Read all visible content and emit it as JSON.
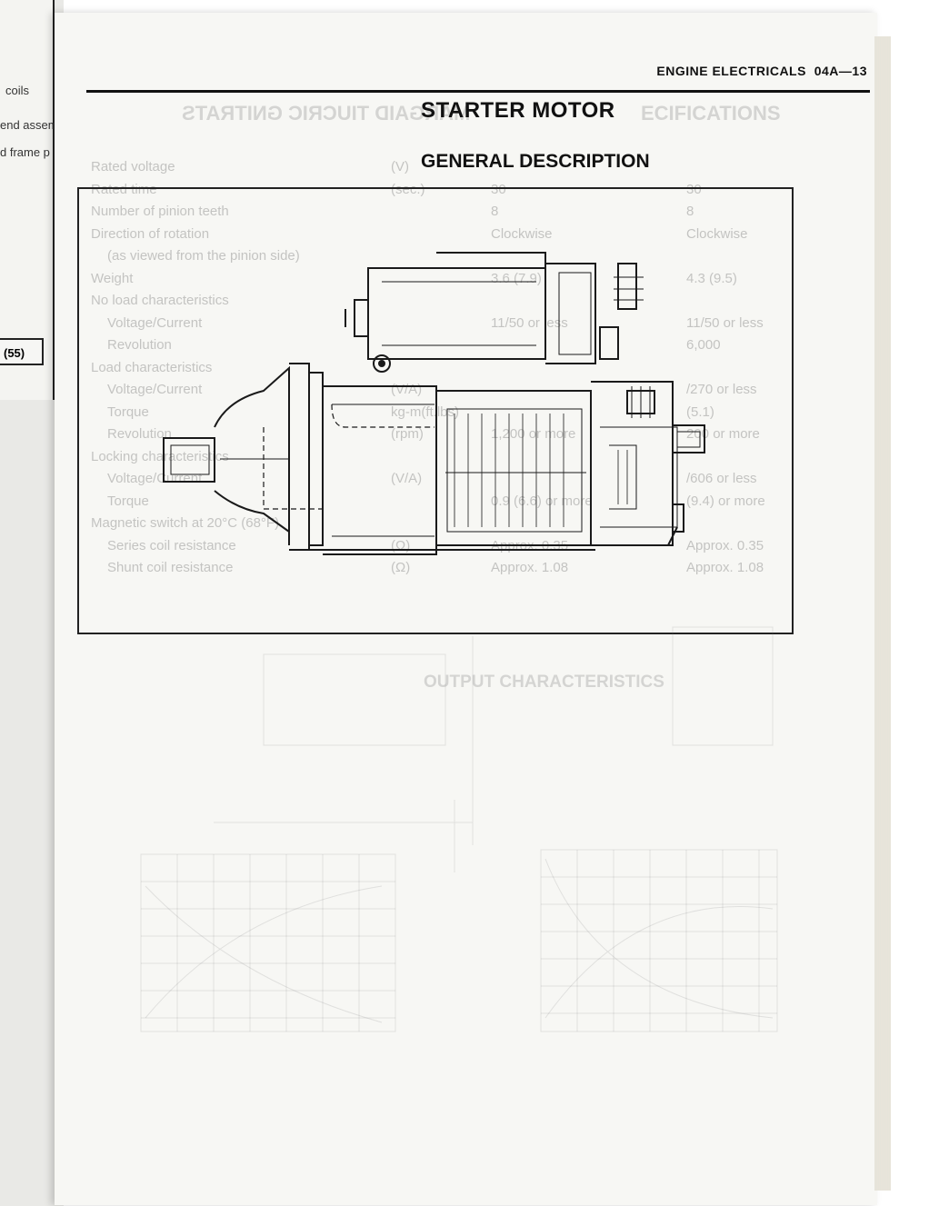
{
  "header": {
    "section": "ENGINE ELECTRICALS",
    "page_number": "04A—13"
  },
  "title": "STARTER MOTOR",
  "subtitle": "GENERAL DESCRIPTION",
  "figure": {
    "icon": "starter-motor-cutaway-icon"
  },
  "previous_page": {
    "lines": [
      "coils",
      "end assem",
      "d frame p"
    ],
    "boxed_value": "(55)"
  },
  "bleed_through": {
    "spec_rows": [
      {
        "label": "Rated voltage",
        "unit": "(V)",
        "v1": "",
        "v2": ""
      },
      {
        "label": "Rated time",
        "unit": "(sec.)",
        "v1": "30",
        "v2": "30"
      },
      {
        "label": "Number of pinion teeth",
        "unit": "",
        "v1": "8",
        "v2": "8"
      },
      {
        "label": "Direction of rotation",
        "unit": "",
        "v1": "Clockwise",
        "v2": "Clockwise"
      },
      {
        "label": "(as viewed from the pinion side)",
        "unit": "",
        "v1": "",
        "v2": ""
      },
      {
        "label": "Weight",
        "unit": "",
        "v1": "3.6 (7.9)",
        "v2": "4.3 (9.5)"
      },
      {
        "label": "No load characteristics",
        "unit": "",
        "v1": "",
        "v2": ""
      },
      {
        "label": "Voltage/Current",
        "unit": "",
        "v1": "11/50 or less",
        "v2": "11/50 or less"
      },
      {
        "label": "Revolution",
        "unit": "",
        "v1": "",
        "v2": "6,000"
      },
      {
        "label": "Load characteristics",
        "unit": "",
        "v1": "",
        "v2": ""
      },
      {
        "label": "Voltage/Current",
        "unit": "(V/A)",
        "v1": "",
        "v2": "/270 or less"
      },
      {
        "label": "Torque",
        "unit": "kg-m(ft.lbs)",
        "v1": "",
        "v2": "(5.1)"
      },
      {
        "label": "Revolution",
        "unit": "(rpm)",
        "v1": "1,200 or more",
        "v2": "200 or more"
      },
      {
        "label": "Locking characteristics",
        "unit": "",
        "v1": "",
        "v2": ""
      },
      {
        "label": "Voltage/Current",
        "unit": "(V/A)",
        "v1": "",
        "v2": "/606 or less"
      },
      {
        "label": "Torque",
        "unit": "",
        "v1": "0.9 (6.6) or more",
        "v2": "(9.4) or more"
      },
      {
        "label": "Magnetic switch at 20°C (68°F)",
        "unit": "",
        "v1": "",
        "v2": ""
      },
      {
        "label": "Series coil resistance",
        "unit": "(Ω)",
        "v1": "Approx. 0.35",
        "v2": "Approx. 0.35"
      },
      {
        "label": "Shunt coil resistance",
        "unit": "(Ω)",
        "v1": "Approx. 1.08",
        "v2": "Approx. 1.08"
      }
    ],
    "mirrored_heading_left": "MARGAID TIUCRIC GNITRATS",
    "heading_right": "ECIFICATIONS",
    "output_heading": "OUTPUT CHARACTERISTICS"
  }
}
